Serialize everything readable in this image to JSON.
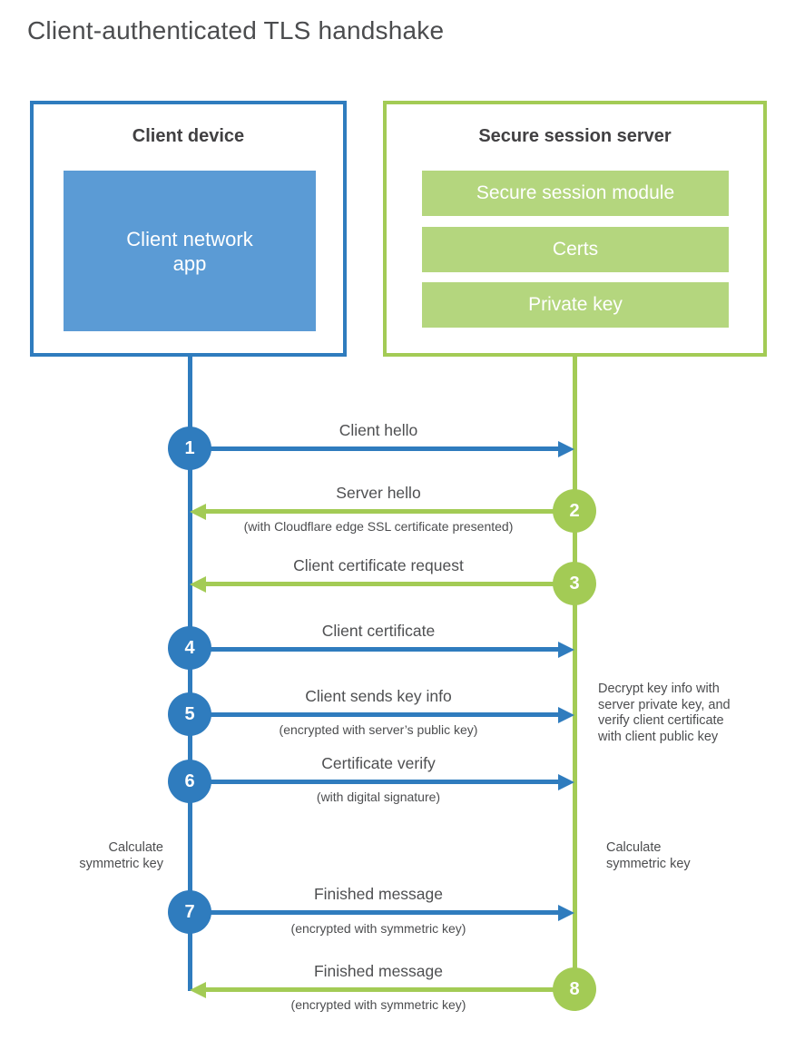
{
  "title": "Client-authenticated TLS handshake",
  "colors": {
    "blue": "#2f7cbe",
    "blue_fill": "#5b9bd5",
    "green": "#a3cb55",
    "green_fill": "#b4d67e",
    "heading_text": "#414042",
    "label_text": "#4e4f51"
  },
  "client_box": {
    "title": "Client device",
    "app_label": "Client network app"
  },
  "server_box": {
    "title": "Secure session server",
    "modules": [
      "Secure session module",
      "Certs",
      "Private key"
    ]
  },
  "steps": [
    {
      "num": "1",
      "from": "client",
      "direction": "right",
      "label": "Client hello",
      "sublabel": ""
    },
    {
      "num": "2",
      "from": "server",
      "direction": "left",
      "label": "Server hello",
      "sublabel": "(with Cloudflare edge SSL certificate presented)"
    },
    {
      "num": "3",
      "from": "server",
      "direction": "left",
      "label": "Client certificate request",
      "sublabel": ""
    },
    {
      "num": "4",
      "from": "client",
      "direction": "right",
      "label": "Client certificate",
      "sublabel": ""
    },
    {
      "num": "5",
      "from": "client",
      "direction": "right",
      "label": "Client sends key info",
      "sublabel": "(encrypted with server’s public key)"
    },
    {
      "num": "6",
      "from": "client",
      "direction": "right",
      "label": "Certificate verify",
      "sublabel": "(with digital signature)"
    },
    {
      "num": "7",
      "from": "client",
      "direction": "right",
      "label": "Finished message",
      "sublabel": "(encrypted with symmetric key)"
    },
    {
      "num": "8",
      "from": "server",
      "direction": "left",
      "label": "Finished message",
      "sublabel": "(encrypted with symmetric key)"
    }
  ],
  "annotations": {
    "decrypt_note": "Decrypt key info with server private key, and verify client certificate with client public key",
    "calc_left": "Calculate symmetric key",
    "calc_right": "Calculate symmetric key"
  }
}
